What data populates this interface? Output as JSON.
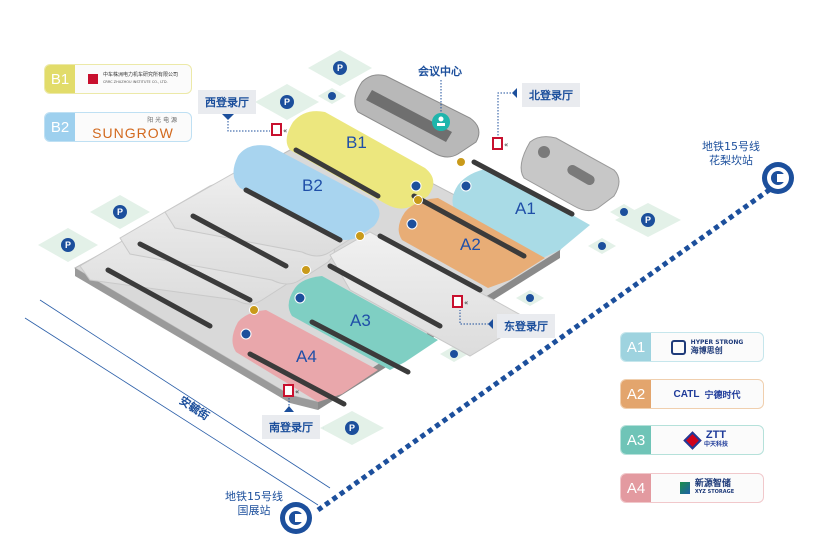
{
  "colors": {
    "brand_blue": "#1c4f9c",
    "hall_b1": "#ece77e",
    "hall_b2": "#a8d4ef",
    "hall_a1": "#a9dbe6",
    "hall_a2": "#e8ad76",
    "hall_a3": "#7fcfc3",
    "hall_a4": "#e9a7ab",
    "parking_bg": "#e3f1e8",
    "entry_red": "#c8102e",
    "food_gold": "#c99a1a"
  },
  "halls": {
    "b1": "B1",
    "b2": "B2",
    "a1": "A1",
    "a2": "A2",
    "a3": "A3",
    "a4": "A4"
  },
  "landmarks": {
    "conference_center": "会议中心",
    "entry_west": "西登录厅",
    "entry_north": "北登录厅",
    "entry_east": "东登录厅",
    "entry_south": "南登录厅",
    "street": "安毓街"
  },
  "metro": {
    "north": {
      "line": "地铁15号线",
      "station": "花梨坎站"
    },
    "south": {
      "line": "地铁15号线",
      "station": "国展站"
    }
  },
  "parking_label": "P",
  "legend_left": [
    {
      "hall": "B1",
      "company_cn": "中车株洲电力机车研究所有限公司",
      "company_en": "CRRC ZHUZHOU INSTITUTE CO., LTD.",
      "color": "#e2dc6a",
      "border": "#ece9a8"
    },
    {
      "hall": "B2",
      "company_cn": "阳 光 电 源",
      "company_en": "SUNGROW",
      "color": "#9ed0ee",
      "border": "#bfe0f3"
    }
  ],
  "legend_right": [
    {
      "hall": "A1",
      "company_en": "HYPER STRONG",
      "company_cn": "海博思创",
      "color": "#9ed3df",
      "border": "#c6e6ec"
    },
    {
      "hall": "A2",
      "company_en": "CATL",
      "company_cn": "宁德时代",
      "color": "#e3a56d",
      "border": "#f0cfae"
    },
    {
      "hall": "A3",
      "company_en": "ZTT",
      "company_cn": "中天科技",
      "color": "#6fc4b7",
      "border": "#b5e1da"
    },
    {
      "hall": "A4",
      "company_en": "XYZ STORAGE",
      "company_cn": "新源智储",
      "color": "#e39aa0",
      "border": "#f1c8cb"
    }
  ]
}
